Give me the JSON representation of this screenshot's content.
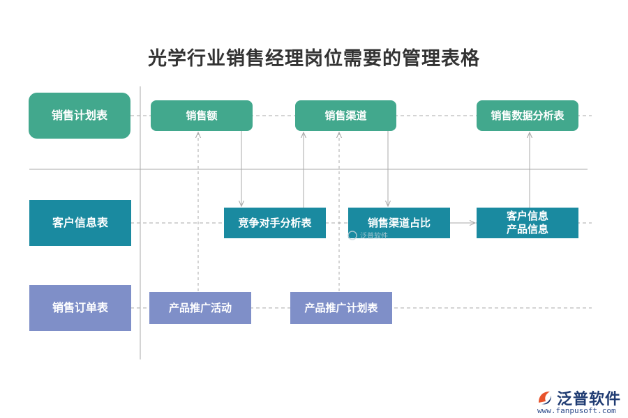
{
  "title": "光学行业销售经理岗位需要的管理表格",
  "colors": {
    "green": "#42a88d",
    "teal": "#1a8aa0",
    "purple": "#7f8fc8",
    "line": "#aaaaaa"
  },
  "rows": [
    {
      "label": "销售计划表",
      "color": "green"
    },
    {
      "label": "客户信息表",
      "color": "teal"
    },
    {
      "label": "销售订单表",
      "color": "purple"
    }
  ],
  "nodes": {
    "sales_amount": "销售额",
    "sales_channel": "销售渠道",
    "sales_data_analysis": "销售数据分析表",
    "competitor_analysis": "竞争对手分析表",
    "channel_share": "销售渠道占比",
    "customer_info_line1": "客户信息",
    "customer_info_line2": "产品信息",
    "promo_activity": "产品推广活动",
    "promo_plan": "产品推广计划表"
  },
  "watermark": "泛普软件",
  "logo": {
    "name": "泛普软件",
    "url": "www.fanpusoft.com",
    "icon": "fanpu-logo-icon"
  }
}
